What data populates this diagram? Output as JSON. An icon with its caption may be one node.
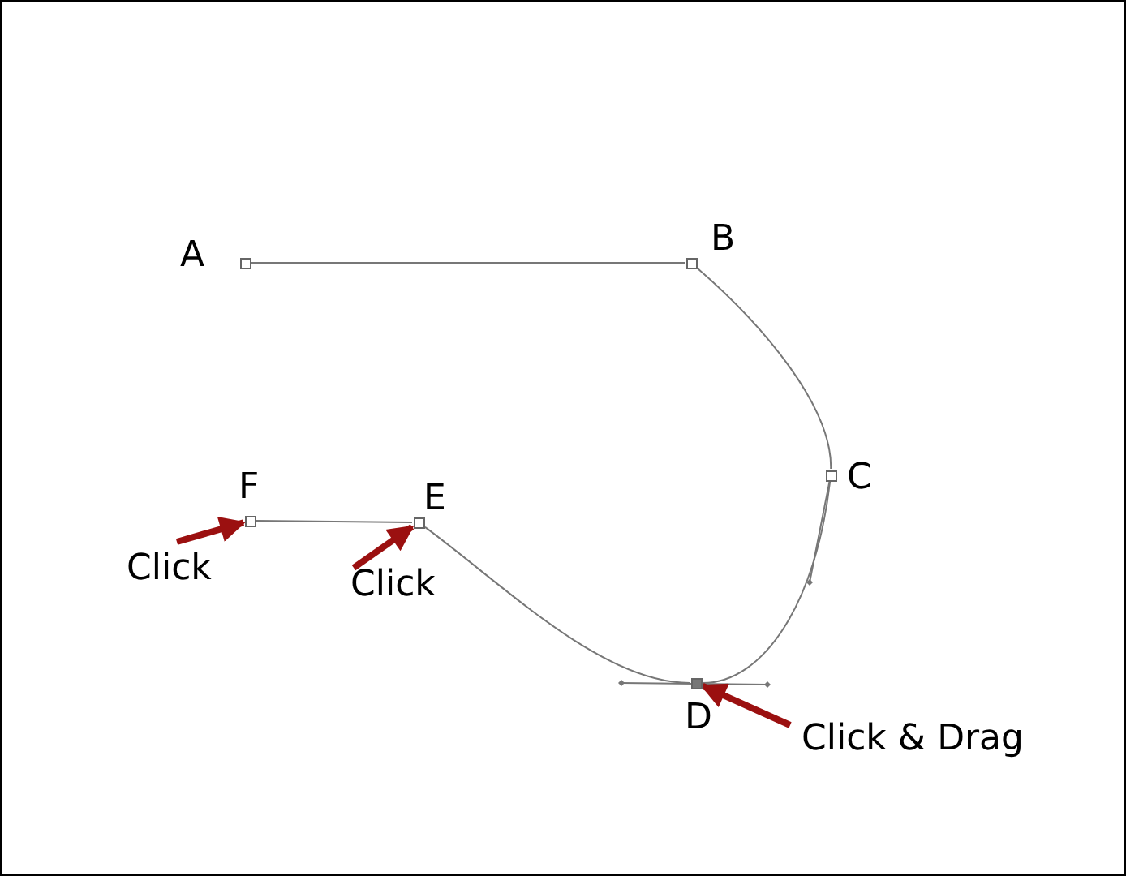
{
  "diagram": {
    "nodes": [
      {
        "text": [
          "A"
        ]
      },
      {
        "text": [
          "B"
        ]
      },
      {
        "text": [
          "C"
        ]
      },
      {
        "text": [
          "D"
        ]
      },
      {
        "text": [
          "E"
        ]
      },
      {
        "text": [
          "F"
        ]
      },
      {
        "text": [
          "Click"
        ]
      },
      {
        "text": [
          "Click"
        ]
      },
      {
        "text": [
          "Click & Drag"
        ]
      }
    ],
    "edges": [
      {
        "from": 0,
        "to": 1,
        "arrow": "none"
      },
      {
        "from": 1,
        "to": 2,
        "arrow": "none"
      },
      {
        "from": 2,
        "to": 3,
        "arrow": "none"
      },
      {
        "from": 3,
        "to": 4,
        "arrow": "none"
      },
      {
        "from": 4,
        "to": 5,
        "arrow": "none"
      },
      {
        "from": 6,
        "to": 5,
        "arrow": "to",
        "style": "thick",
        "color": "#9b1010"
      },
      {
        "from": 7,
        "to": 4,
        "arrow": "to",
        "style": "thick",
        "color": "#9b1010"
      },
      {
        "from": 8,
        "to": 3,
        "arrow": "to",
        "style": "thick",
        "color": "#9b1010"
      }
    ]
  }
}
